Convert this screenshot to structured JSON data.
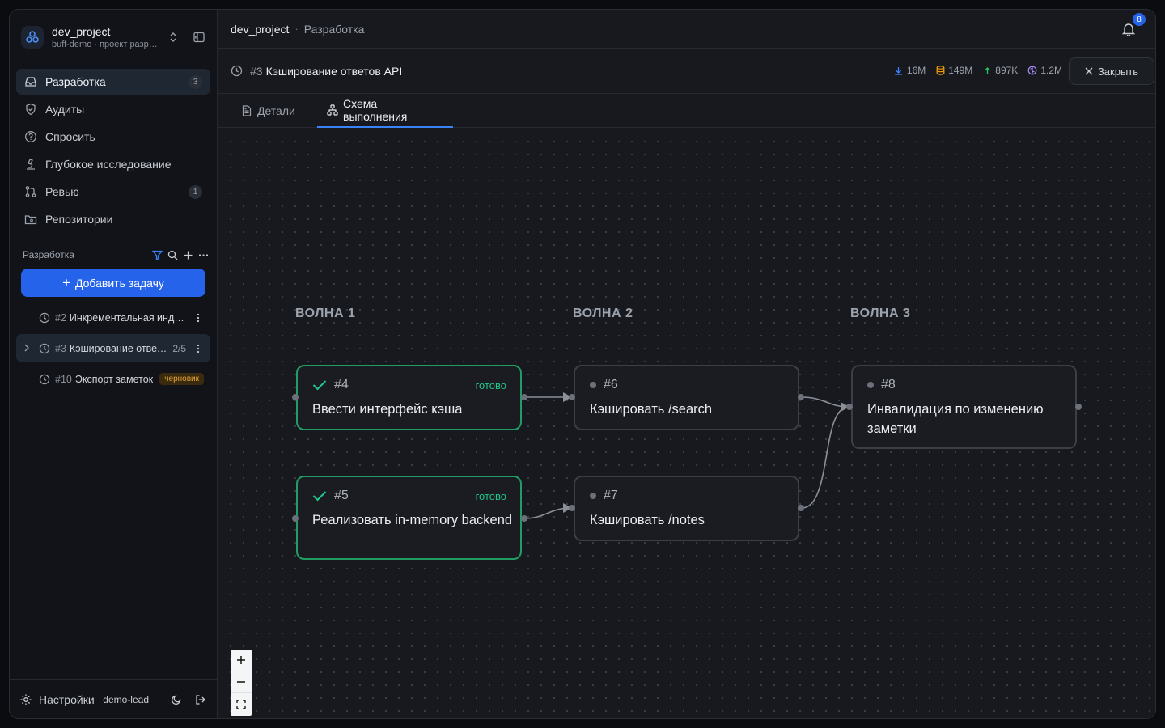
{
  "project": {
    "name": "dev_project",
    "subtitle": "buff-demo · проект разработки"
  },
  "nav": [
    {
      "label": "Разработка",
      "badge": "3",
      "icon": "inbox-icon",
      "active": true
    },
    {
      "label": "Аудиты",
      "badge": "",
      "icon": "shield-icon"
    },
    {
      "label": "Спросить",
      "badge": "",
      "icon": "help-circle-icon"
    },
    {
      "label": "Глубокое исследование",
      "badge": "",
      "icon": "microscope-icon"
    },
    {
      "label": "Ревью",
      "badge": "1",
      "icon": "git-pull-request-icon"
    },
    {
      "label": "Репозитории",
      "badge": "",
      "icon": "folder-git-icon"
    }
  ],
  "section": {
    "title": "Разработка",
    "add_label": "Добавить задачу"
  },
  "tasks": [
    {
      "num": "#2",
      "title": "Инкрементальная индексация",
      "count": "",
      "tag": ""
    },
    {
      "num": "#3",
      "title": "Кэширование ответов API",
      "count": "2/5",
      "tag": ""
    },
    {
      "num": "#10",
      "title": "Экспорт заметок",
      "count": "",
      "tag": "черновик"
    }
  ],
  "footer": {
    "settings": "Настройки",
    "user": "demo-lead"
  },
  "breadcrumb": {
    "project": "dev_project",
    "sep": "·",
    "page": "Разработка"
  },
  "notifications": {
    "count": "8"
  },
  "task_header": {
    "num": "#3",
    "title": "Кэширование ответов API",
    "stats": [
      {
        "icon": "download-icon",
        "value": "16M",
        "color": "#3b82f6"
      },
      {
        "icon": "database-icon",
        "value": "149M",
        "color": "#f59e0b"
      },
      {
        "icon": "upload-icon",
        "value": "897K",
        "color": "#22c55e"
      },
      {
        "icon": "brain-icon",
        "value": "1.2M",
        "color": "#a78bfa"
      }
    ],
    "close_label": "Закрыть"
  },
  "tabs": [
    {
      "label": "Детали",
      "icon": "file-text-icon"
    },
    {
      "label": "Схема выполнения",
      "icon": "network-icon",
      "active": true
    }
  ],
  "graph": {
    "waves": [
      "ВОЛНА 1",
      "ВОЛНА 2",
      "ВОЛНА 3"
    ],
    "nodes": [
      {
        "num": "#4",
        "title": "Ввести интерфейс кэша",
        "status": "готово"
      },
      {
        "num": "#5",
        "title": "Реализовать in-memory backend",
        "status": "готово"
      },
      {
        "num": "#6",
        "title": "Кэшировать /search",
        "status": ""
      },
      {
        "num": "#7",
        "title": "Кэшировать /notes",
        "status": ""
      },
      {
        "num": "#8",
        "title": "Инвалидация по изменению заметки",
        "status": ""
      }
    ],
    "edges": [
      [
        "#4",
        "#6"
      ],
      [
        "#5",
        "#7"
      ],
      [
        "#6",
        "#8"
      ],
      [
        "#7",
        "#8"
      ]
    ]
  },
  "colors": {
    "accent": "#2563eb",
    "done": "#1f9d63",
    "done_text": "#22c58b",
    "draft": "#e5a33a"
  }
}
